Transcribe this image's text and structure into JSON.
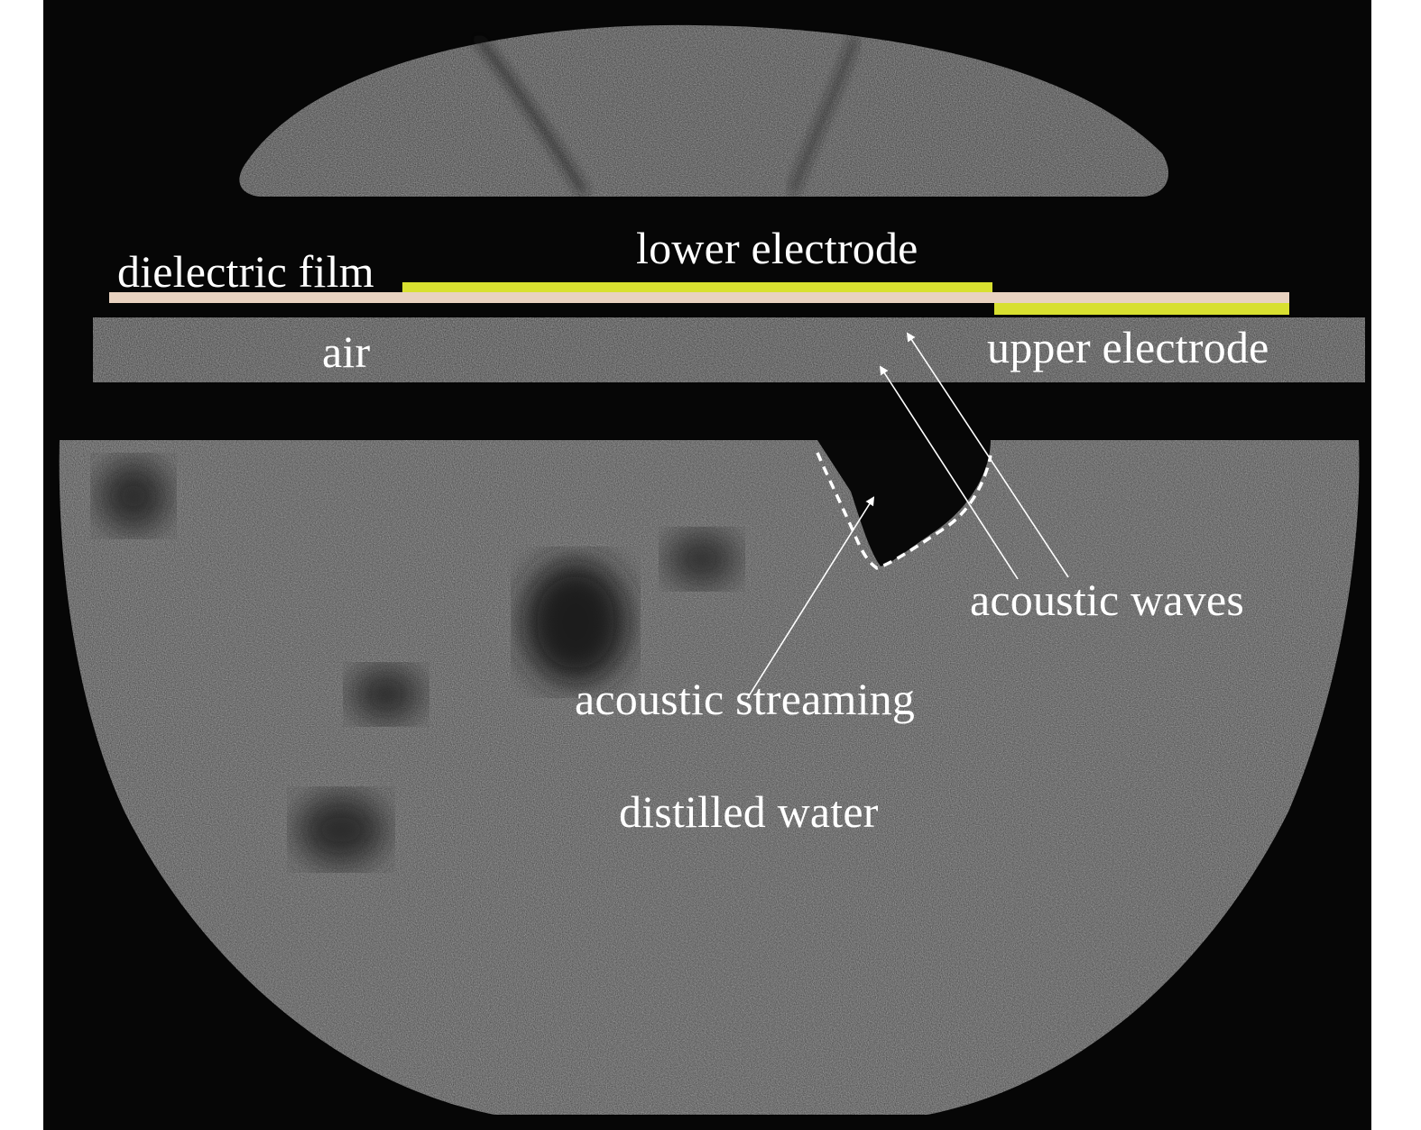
{
  "labels": {
    "dielectric_film": "dielectric film",
    "lower_electrode": "lower electrode",
    "upper_electrode": "upper electrode",
    "air": "air",
    "acoustic_waves": "acoustic waves",
    "acoustic_streaming": "acoustic streaming",
    "distilled_water": "distilled water"
  },
  "colors": {
    "background": "#060606",
    "page_border": "#ffffff",
    "dielectric_film": "#e8d2c0",
    "electrode": "#d8e030",
    "annotation": "#ffffff",
    "water_region": "#3a3a3a",
    "air_band": "#2e2e2e"
  }
}
